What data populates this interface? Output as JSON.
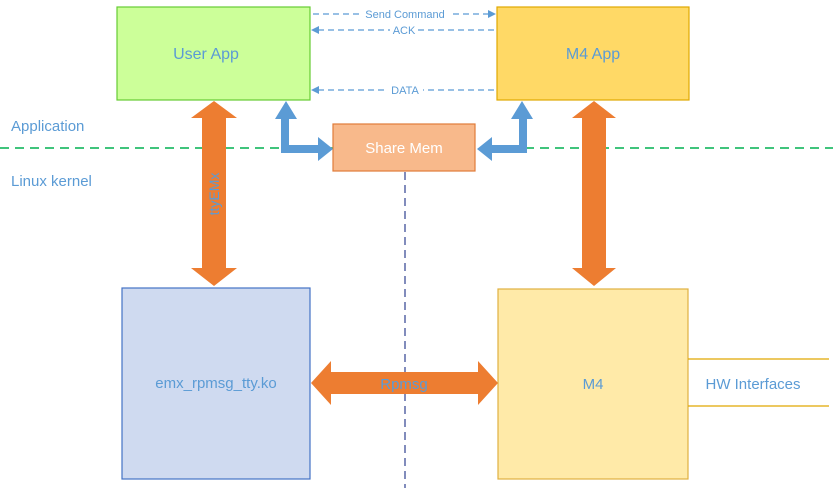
{
  "layers": {
    "application": "Application",
    "kernel": "Linux kernel"
  },
  "boxes": {
    "user_app": "User App",
    "m4_app": "M4 App",
    "share_mem": "Share Mem",
    "kernel_module": "emx_rpmsg_tty.ko",
    "m4": "M4"
  },
  "messages": {
    "send_command": "Send Command",
    "ack": "ACK",
    "data": "DATA"
  },
  "links": {
    "tty": "ttyEMx",
    "rpmsg": "Rpmsg",
    "hw": "HW Interfaces"
  },
  "colors": {
    "green_fill": "#ccff99",
    "green_stroke": "#66cc33",
    "yellow_fill": "#ffd966",
    "yellow_stroke": "#e0a800",
    "salmon_fill": "#f8b98b",
    "salmon_stroke": "#e07b39",
    "blue_fill": "#cfdaf0",
    "blue_stroke": "#4472c4",
    "cream_fill": "#ffeaa8",
    "cream_stroke": "#e0b040",
    "orange_arrow": "#ed7d31",
    "blue_arrow": "#5b9bd5",
    "text_blue": "#5b9bd5",
    "dash_green": "#00b050",
    "dash_navy": "#2e3f8f"
  }
}
